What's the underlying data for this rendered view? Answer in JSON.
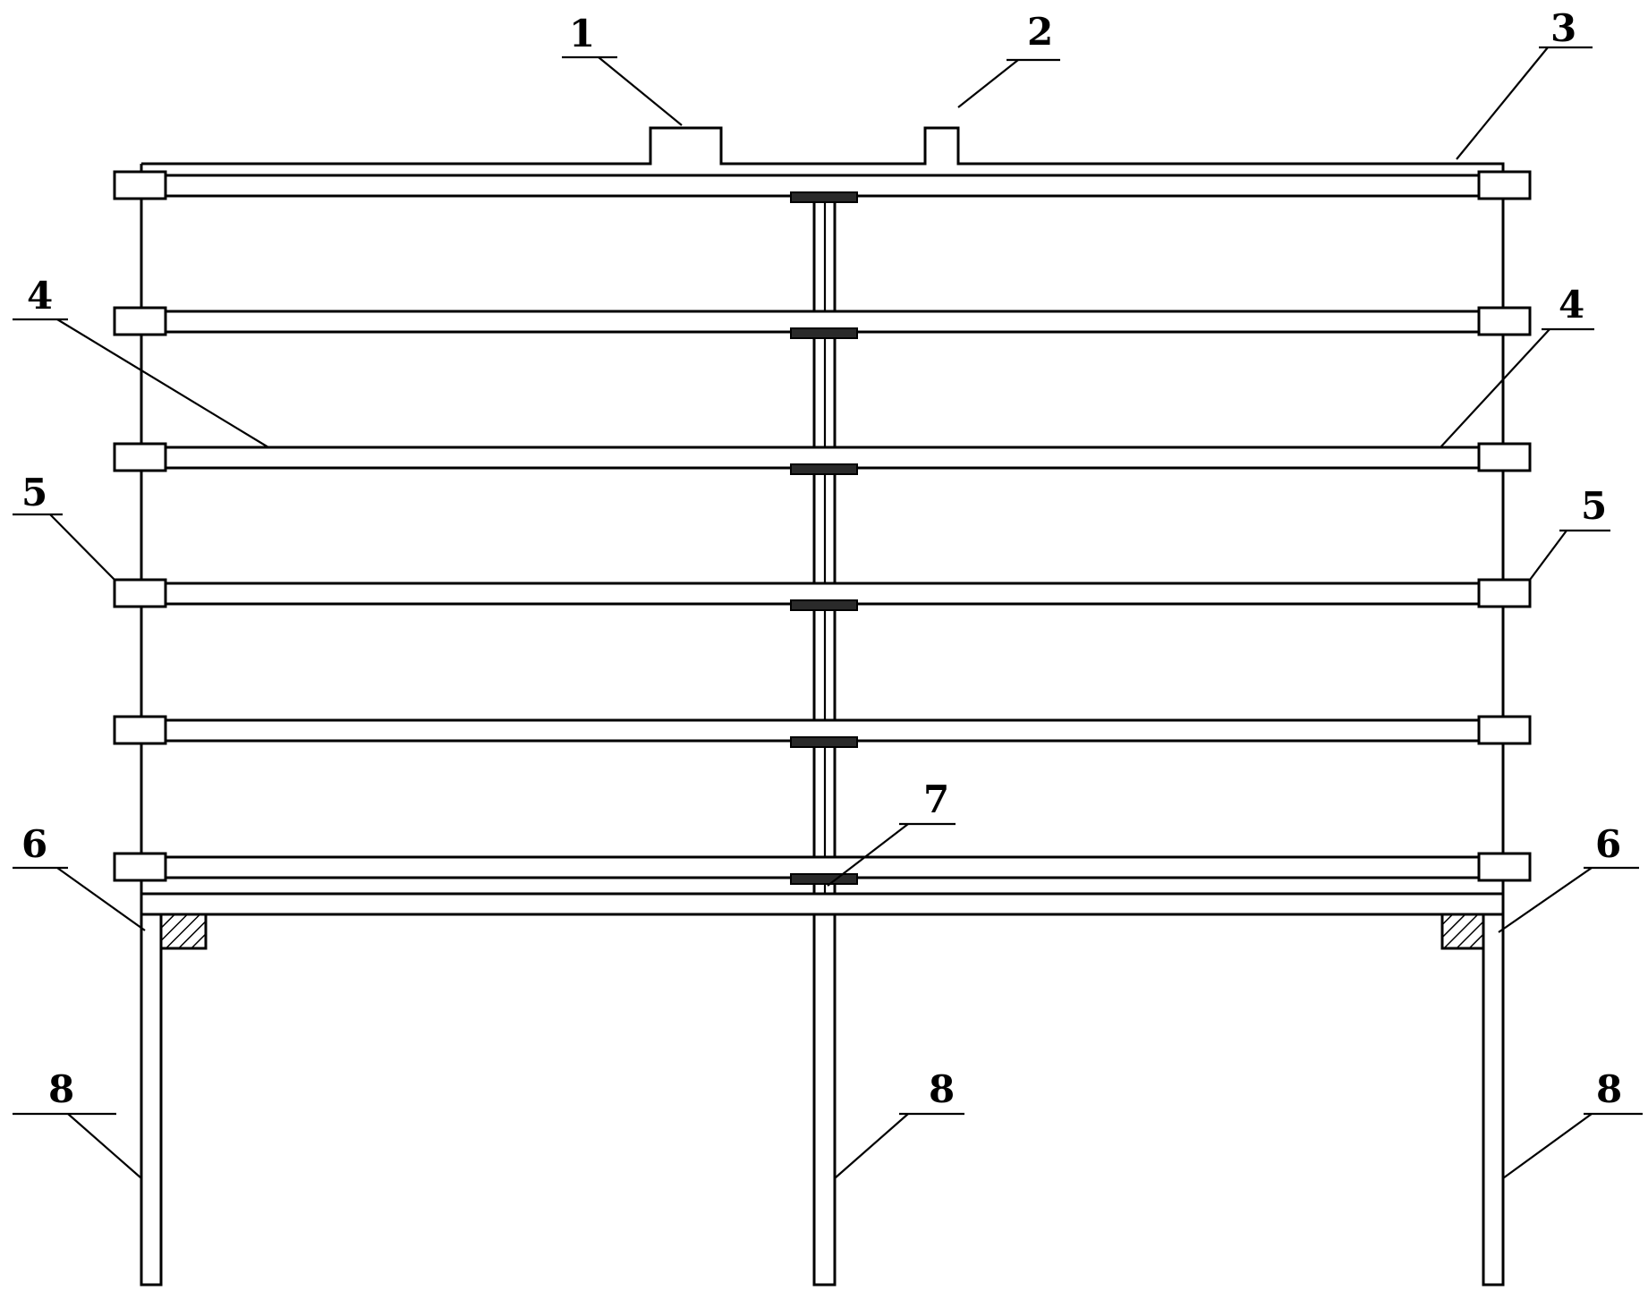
{
  "labels": {
    "l1": "1",
    "l2": "2",
    "l3": "3",
    "l4a": "4",
    "l4b": "4",
    "l5a": "5",
    "l5b": "5",
    "l6a": "6",
    "l6b": "6",
    "l7": "7",
    "l8a": "8",
    "l8b": "8",
    "l8c": "8"
  },
  "colors": {
    "line": "#000000",
    "background": "#ffffff"
  }
}
